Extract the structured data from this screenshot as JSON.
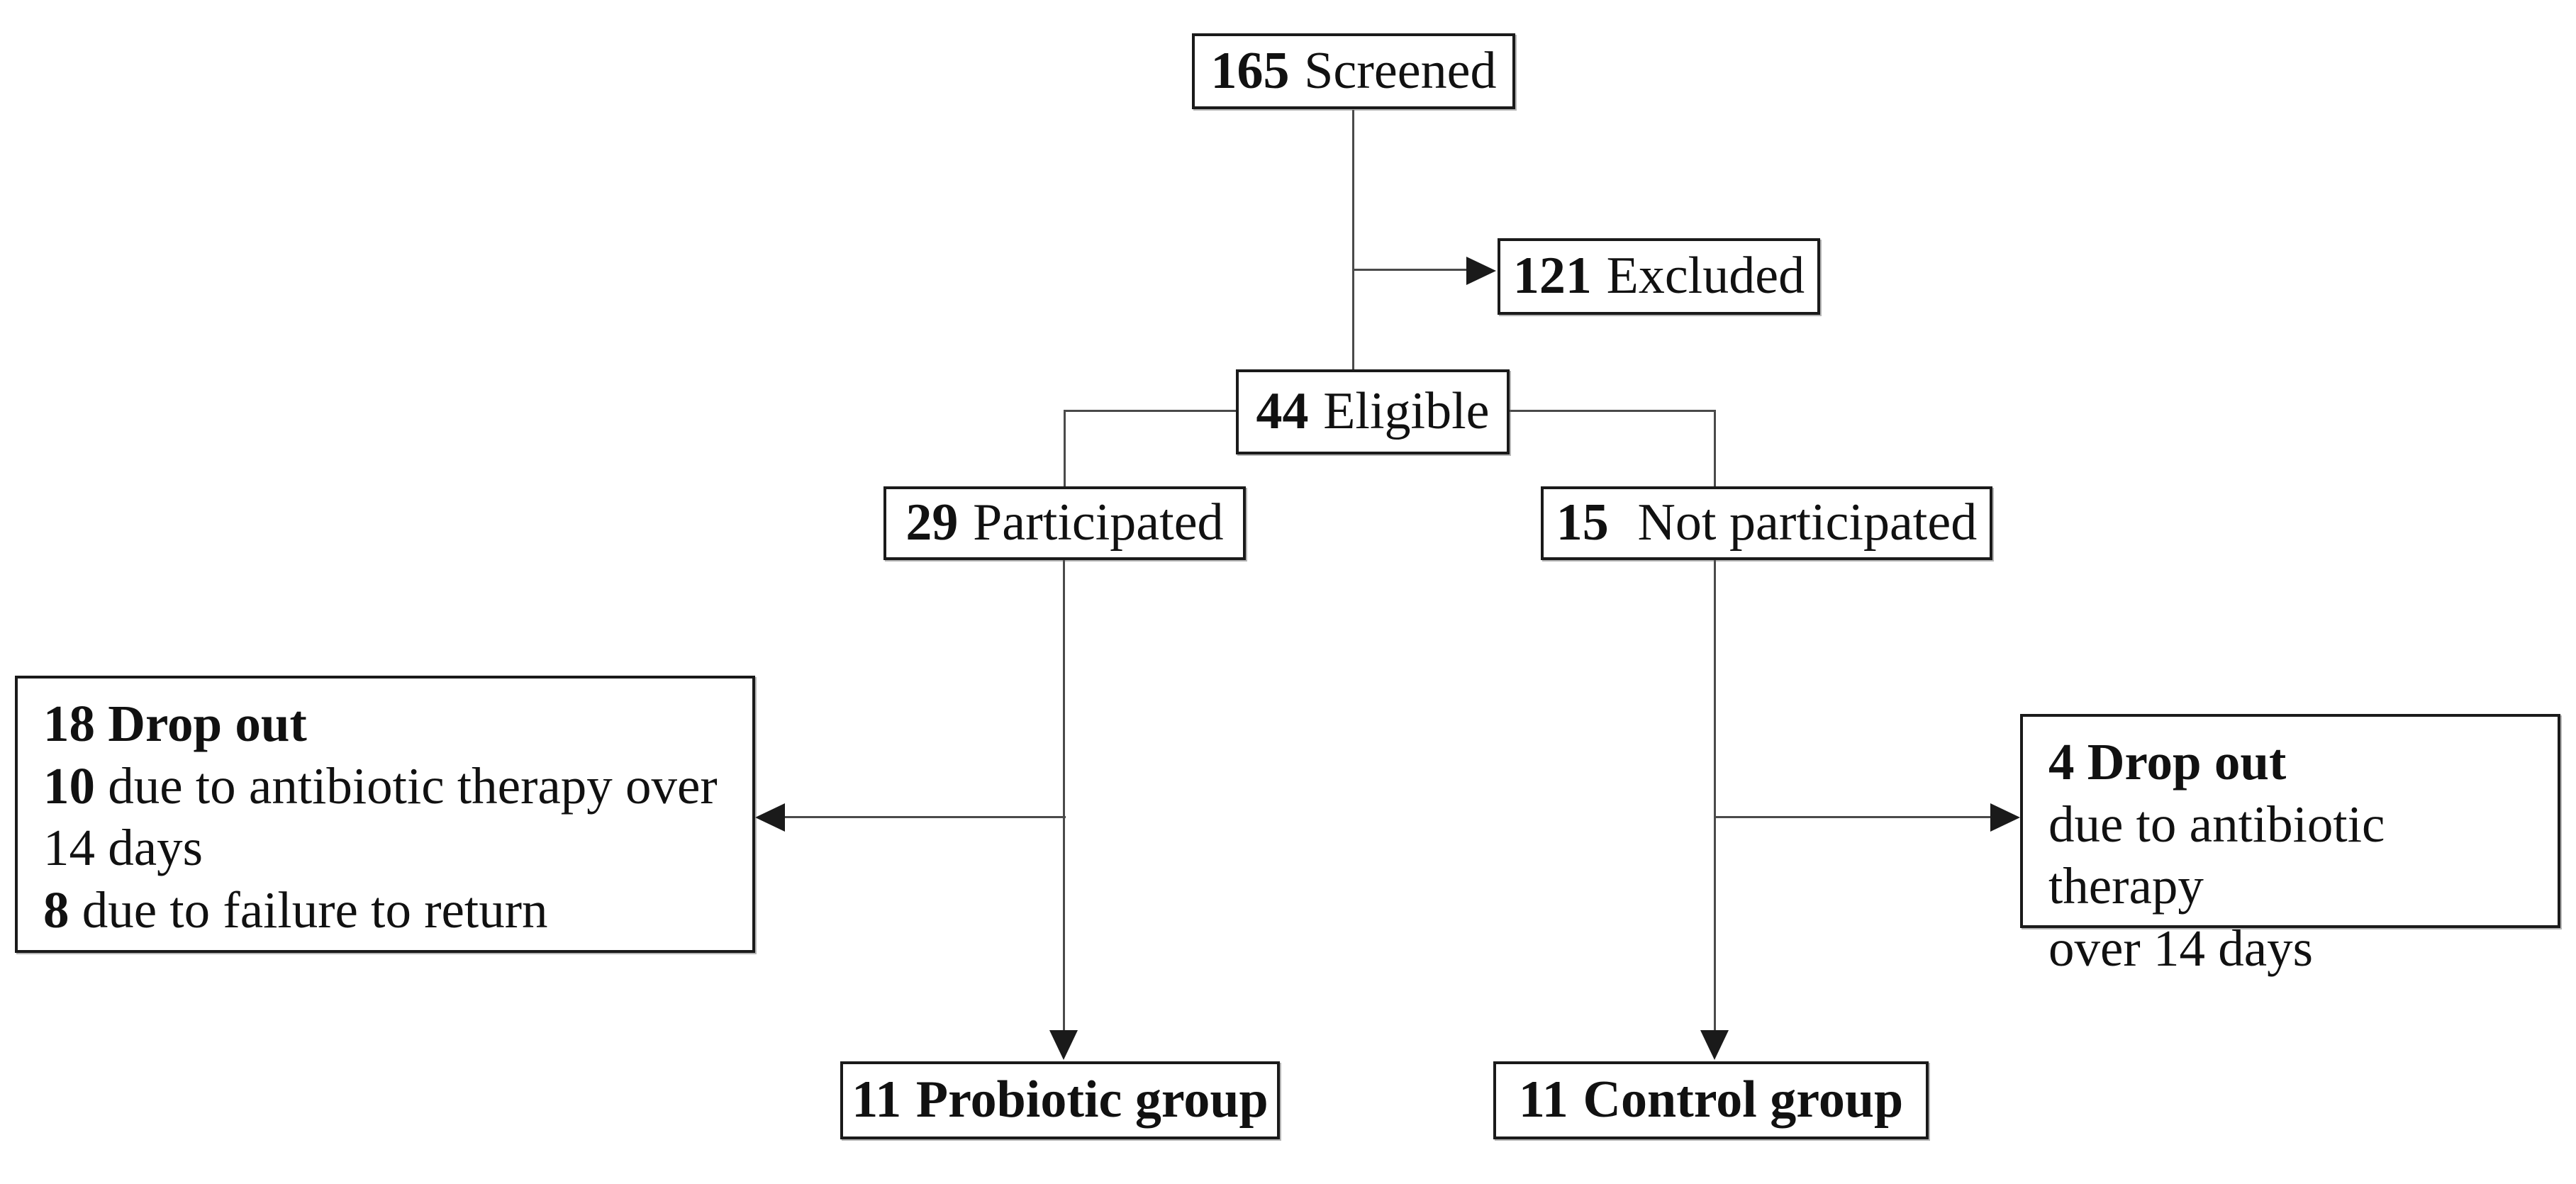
{
  "boxes": {
    "screened": {
      "number": "165",
      "label": "Screened"
    },
    "excluded": {
      "number": "121",
      "label": "Excluded"
    },
    "eligible": {
      "number": "44",
      "label": "Eligible"
    },
    "participated": {
      "number": "29",
      "label": "Participated"
    },
    "not_participated": {
      "number": "15",
      "label": "Not participated"
    },
    "dropout_left": {
      "lines": [
        {
          "b": "18 Drop out",
          "t": ""
        },
        {
          "b": "10",
          "t": " due to antibiotic therapy over"
        },
        {
          "b": "",
          "t": "14 days"
        },
        {
          "b": "8",
          "t": " due to failure to return"
        }
      ]
    },
    "dropout_right": {
      "lines": [
        {
          "b": "4 Drop out",
          "t": ""
        },
        {
          "b": "",
          "t": "due to antibiotic therapy"
        },
        {
          "b": "",
          "t": "over 14 days"
        }
      ]
    },
    "probiotic": {
      "number": "11",
      "label": "Probiotic group"
    },
    "control": {
      "number": "11",
      "label": "Control group"
    }
  }
}
